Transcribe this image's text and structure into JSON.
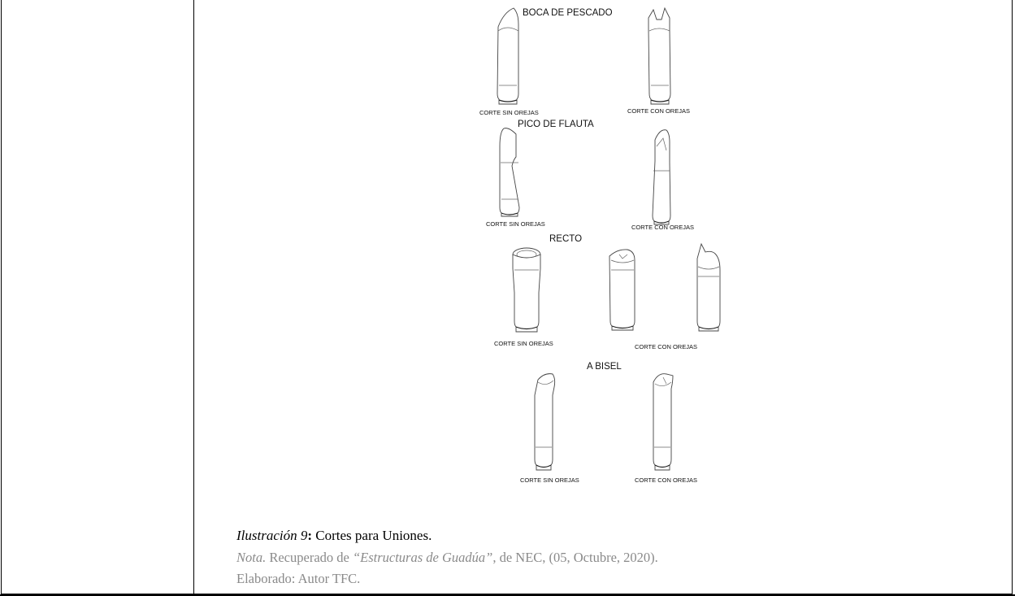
{
  "figure": {
    "groups": [
      {
        "title": "BOCA DE PESCADO",
        "labels": [
          "CORTE SIN OREJAS",
          "CORTE CON OREJAS"
        ]
      },
      {
        "title": "PICO DE FLAUTA",
        "labels": [
          "CORTE SIN OREJAS",
          "CORTE CON OREJAS"
        ]
      },
      {
        "title": "RECTO",
        "labels": [
          "CORTE SIN OREJAS",
          "CORTE CON OREJAS"
        ]
      },
      {
        "title": "A BISEL",
        "labels": [
          "CORTE SIN OREJAS",
          "CORTE CON OREJAS"
        ]
      }
    ]
  },
  "caption": {
    "label": "Ilustración 9",
    "colon": ":",
    "text": " Cortes para Uniones."
  },
  "note": {
    "label": "Nota.",
    "pre": " Recuperado de ",
    "source": "“Estructuras de Guadúa”",
    "post": ", de NEC, (05, Octubre, 2020)."
  },
  "credit": "Elaborado: Autor TFC."
}
